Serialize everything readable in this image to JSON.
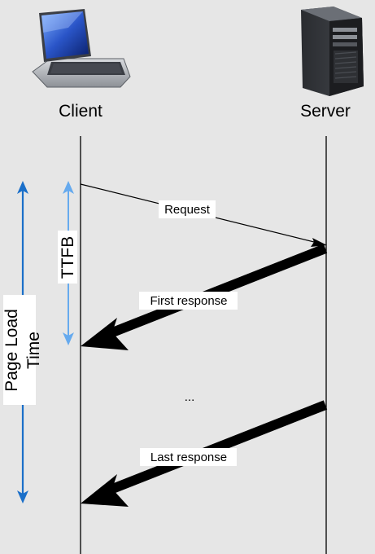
{
  "participants": {
    "client": {
      "label": "Client",
      "icon": "laptop-icon"
    },
    "server": {
      "label": "Server",
      "icon": "server-tower-icon"
    }
  },
  "messages": {
    "request": "Request",
    "first_response": "First response",
    "ellipsis": "...",
    "last_response": "Last response"
  },
  "spans": {
    "ttfb": "TTFB",
    "page_load_line1": "Page Load",
    "page_load_line2": "Time"
  },
  "colors": {
    "background": "#e6e6e6",
    "lifeline": "#000000",
    "ttfb_arrow": "#66aaee",
    "page_load_arrow": "#1a6fc9"
  }
}
